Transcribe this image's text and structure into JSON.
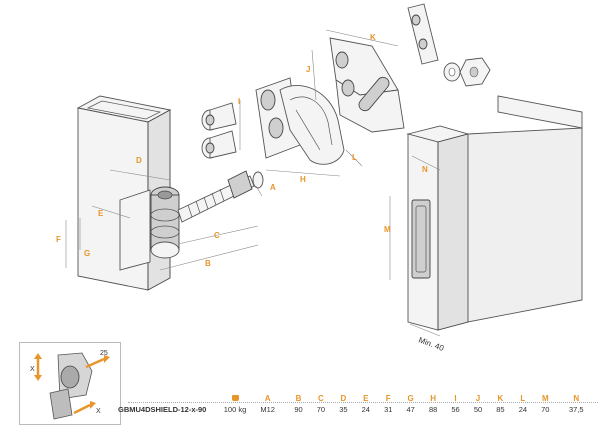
{
  "dimension_letters": {
    "A": "A",
    "B": "B",
    "C": "C",
    "D": "D",
    "E": "E",
    "F": "F",
    "G": "G",
    "H": "H",
    "I": "I",
    "J": "J",
    "K": "K",
    "L": "L",
    "M": "M",
    "N": "N"
  },
  "post_label": "Min. 40",
  "inset": {
    "label_x_top": "X",
    "label_x_bottom": "X",
    "label_25": "25"
  },
  "table": {
    "header_letters": [
      "A",
      "B",
      "C",
      "D",
      "E",
      "F",
      "G",
      "H",
      "I",
      "J",
      "K",
      "L",
      "M",
      "N"
    ],
    "model": "GBMU4DSHIELD-12-x-90",
    "load": "100 kg",
    "values": [
      "M12",
      "90",
      "70",
      "35",
      "24",
      "31",
      "47",
      "88",
      "56",
      "50",
      "85",
      "24",
      "70",
      "37,5"
    ]
  },
  "colors": {
    "accent": "#e8952a",
    "line": "#555555"
  }
}
